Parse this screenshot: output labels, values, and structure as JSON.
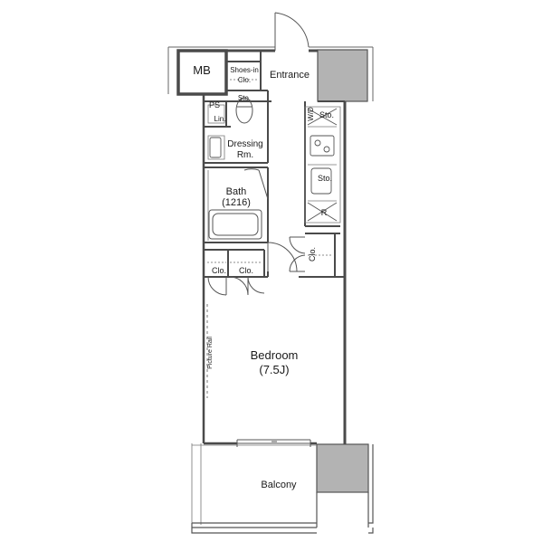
{
  "rooms": {
    "mb": "MB",
    "shoes_in_1": "Shoes-in",
    "shoes_in_2": "Clo.",
    "entrance": "Entrance",
    "ps": "PS",
    "sto_top": "Sto.",
    "lin": "Lin.",
    "dressing_1": "Dressing",
    "dressing_2": "Rm.",
    "bath_1": "Bath",
    "bath_2": "(1216)",
    "wd": "W/D",
    "sto_wd": "Sto.",
    "sto_kitchen": "Sto.",
    "r": "R",
    "clo_right": "Clo.",
    "clo_left_1": "Clo.",
    "clo_left_2": "Clo.",
    "picture_rail": "Picture Rail",
    "bedroom_1": "Bedroom",
    "bedroom_2": "(7.5J)",
    "balcony": "Balcony"
  },
  "colors": {
    "wall": "#4a4a4a",
    "column_fill": "#b3b3b3",
    "line": "#555555"
  }
}
